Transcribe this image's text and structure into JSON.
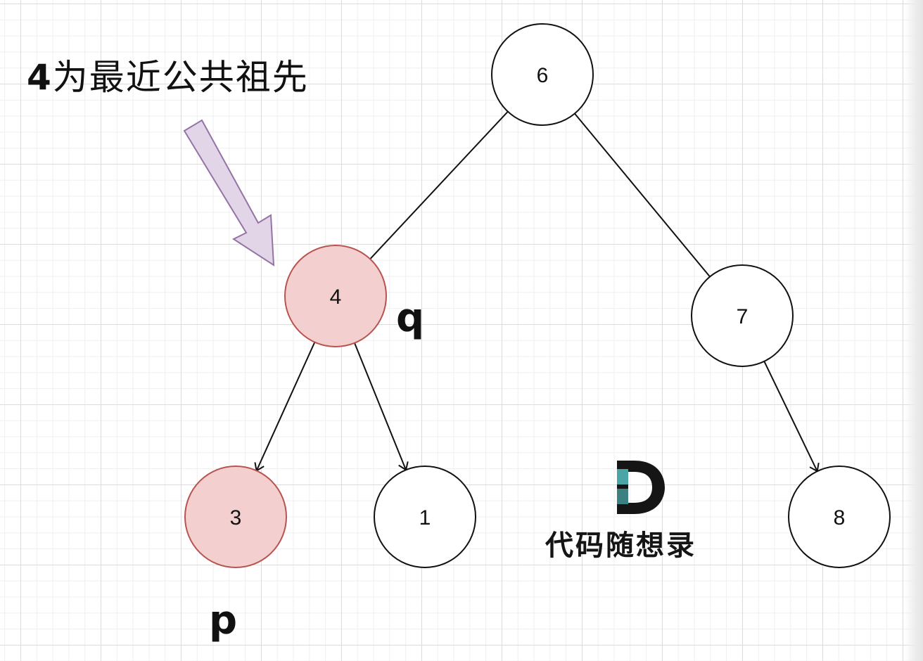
{
  "annotation": {
    "title_number": "4",
    "title_text": "为最近公共祖先"
  },
  "tree": {
    "nodes": [
      {
        "id": "6",
        "label": "6",
        "highlight": false
      },
      {
        "id": "4",
        "label": "4",
        "highlight": true
      },
      {
        "id": "7",
        "label": "7",
        "highlight": false
      },
      {
        "id": "3",
        "label": "3",
        "highlight": true
      },
      {
        "id": "1",
        "label": "1",
        "highlight": false
      },
      {
        "id": "8",
        "label": "8",
        "highlight": false
      }
    ],
    "edges": [
      {
        "from": "6",
        "to": "4",
        "arrow": false
      },
      {
        "from": "6",
        "to": "7",
        "arrow": false
      },
      {
        "from": "4",
        "to": "3",
        "arrow": true
      },
      {
        "from": "4",
        "to": "1",
        "arrow": true
      },
      {
        "from": "7",
        "to": "8",
        "arrow": true
      }
    ]
  },
  "labels": {
    "q": "q",
    "p": "p"
  },
  "logo": {
    "text": "代码随想录"
  },
  "colors": {
    "highlight_fill": "#f3cfcf",
    "highlight_stroke": "#b85450",
    "node_stroke": "#111111",
    "arrow_fill": "#e1d5e7",
    "arrow_stroke": "#9673a6",
    "logo_teal": "#4aa6a6",
    "logo_dark": "#151515"
  }
}
